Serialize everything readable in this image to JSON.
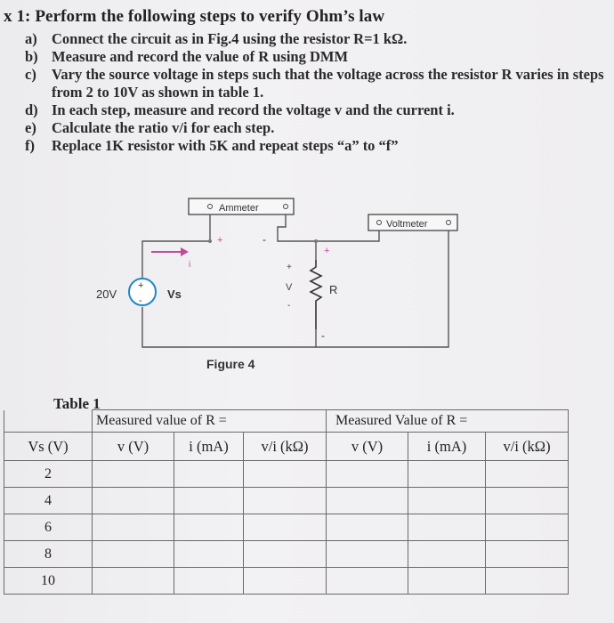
{
  "heading": "x 1: Perform the following steps to verify Ohm’s law",
  "steps": [
    {
      "letter": "a)",
      "text": "Connect the circuit as in Fig.4 using the resistor R=1 kΩ."
    },
    {
      "letter": "b)",
      "text": "Measure and record the value of R using DMM"
    },
    {
      "letter": "c)",
      "text": "Vary the source voltage in steps such that the voltage across the resistor R varies in steps from 2 to 10V as shown in table 1."
    },
    {
      "letter": "d)",
      "text": "In each step, measure and record the voltage v and the current i."
    },
    {
      "letter": "e)",
      "text": "Calculate the ratio v/i  for each step."
    },
    {
      "letter": "f)",
      "text": "Replace 1K resistor with 5K and repeat steps “a” to “f”"
    }
  ],
  "figure": {
    "ammeter_label": "Ammeter",
    "voltmeter_label": "Voltmeter",
    "source_value": "20V",
    "source_name": "Vs",
    "resistor_name": "R",
    "voltage_label": "V",
    "current_label": "i",
    "plus": "+",
    "minus": "-",
    "caption": "Figure 4"
  },
  "table": {
    "title": "Table 1",
    "group1": "Measured value of R =",
    "group2": "Measured Value of R =",
    "columns": [
      "Vs (V)",
      "v (V)",
      "i (mA)",
      "v/i (kΩ)",
      "v (V)",
      "i (mA)",
      "v/i (kΩ)"
    ],
    "rows": [
      "2",
      "4",
      "6",
      "8",
      "10"
    ]
  }
}
